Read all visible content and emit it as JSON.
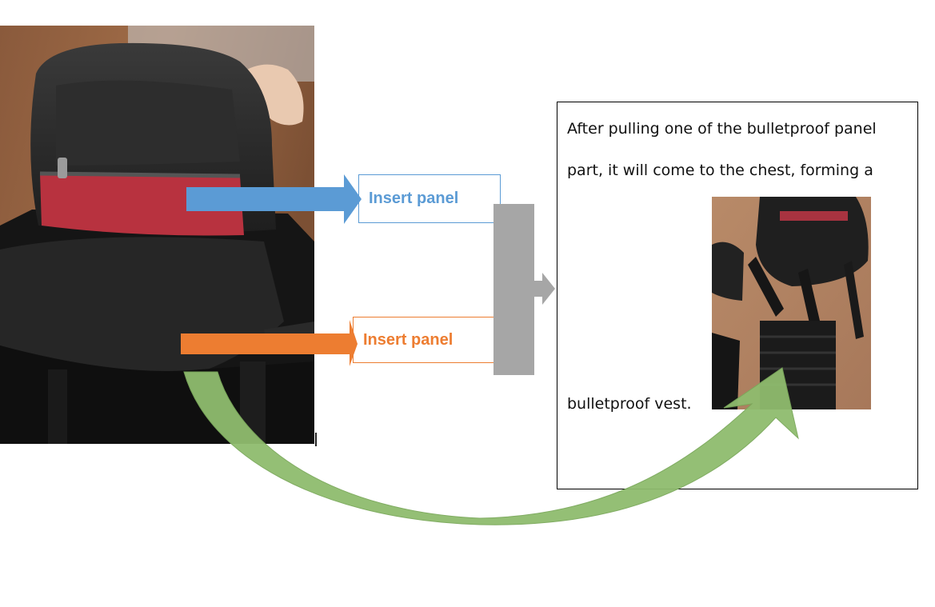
{
  "diagram": {
    "labels": {
      "insert_panel_top": "Insert panel",
      "insert_panel_bottom": "Insert panel"
    },
    "result_text": {
      "line1": "After pulling one of the bulletproof panel",
      "line2": "part, it will come to the chest, forming a",
      "line3": "bulletproof vest."
    },
    "colors": {
      "top_arrow": "#5b9bd5",
      "bottom_arrow": "#ed7d31",
      "connector": "#a6a6a6",
      "curved_arrow": "#8fbc6e",
      "top_label_text": "#5b9bd5",
      "bottom_label_text": "#ed7d31"
    },
    "images": {
      "left": "backpack-photo",
      "right": "bulletproof-vest-photo"
    }
  }
}
